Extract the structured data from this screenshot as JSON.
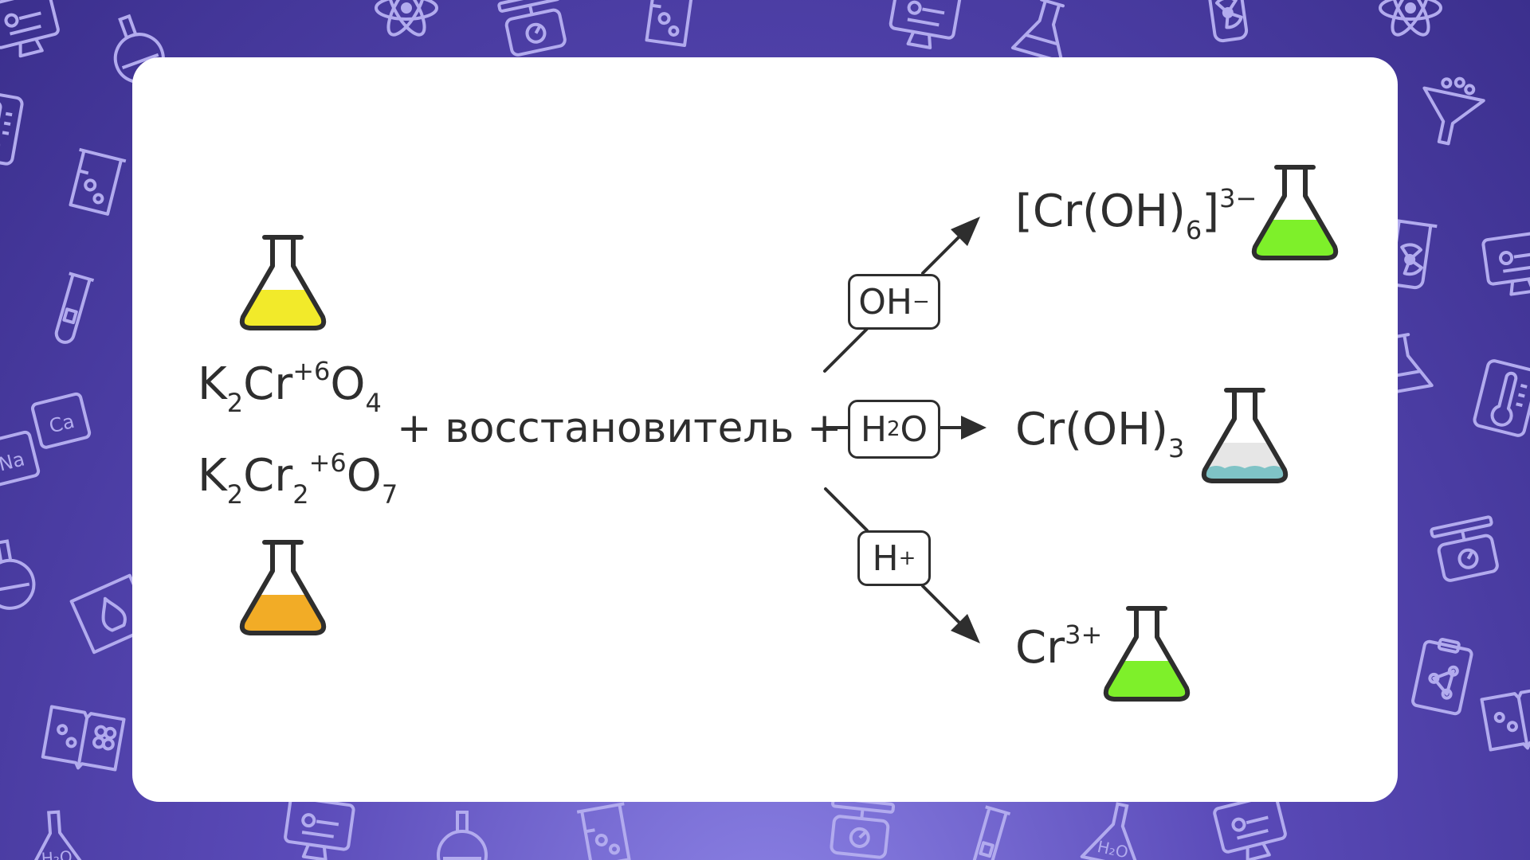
{
  "reactants": {
    "chromate": {
      "k": "K",
      "k_sub": "2",
      "cr": "Cr",
      "ox_state": "+6",
      "o": "O",
      "o_sub": "4"
    },
    "dichromate": {
      "k": "K",
      "k_sub": "2",
      "cr": "Cr",
      "cr_sub": "2",
      "ox_state": "+6",
      "o": "O",
      "o_sub": "7"
    }
  },
  "reaction_text": "+ восстановитель +",
  "conditions": {
    "alkaline": {
      "main": "OH",
      "sup": "−"
    },
    "neutral": {
      "h": "H",
      "sub": "2",
      "o": "O"
    },
    "acidic": {
      "main": "H",
      "sup": "+"
    }
  },
  "products": {
    "alkaline": {
      "open": "[Cr(OH)",
      "sub": "6",
      "close": "]",
      "sup": "3−"
    },
    "neutral": {
      "main": "Cr(OH)",
      "sub": "3"
    },
    "acidic": {
      "main": "Cr",
      "sup": "3+"
    }
  },
  "flask_colors": {
    "chromate": "#f2ea2a",
    "dichromate": "#f2ac26",
    "alkaline_product": "#7ef02a",
    "neutral_product_liquid": "#e6e6e6",
    "neutral_product_precipitate": "#7fc3c6",
    "acidic_product": "#7ef02a"
  },
  "background_icons": [
    "flask-icon",
    "atom-icon",
    "scale-icon",
    "beaker-icon",
    "test-tube-icon",
    "periodic-tile-icon",
    "funnel-icon",
    "thermometer-icon",
    "monitor-icon",
    "clipboard-icon",
    "book-icon",
    "burner-icon",
    "radiation-icon",
    "h2o-flask-icon"
  ],
  "periodic_tiles": {
    "ca": "Ca",
    "na": "Na"
  }
}
